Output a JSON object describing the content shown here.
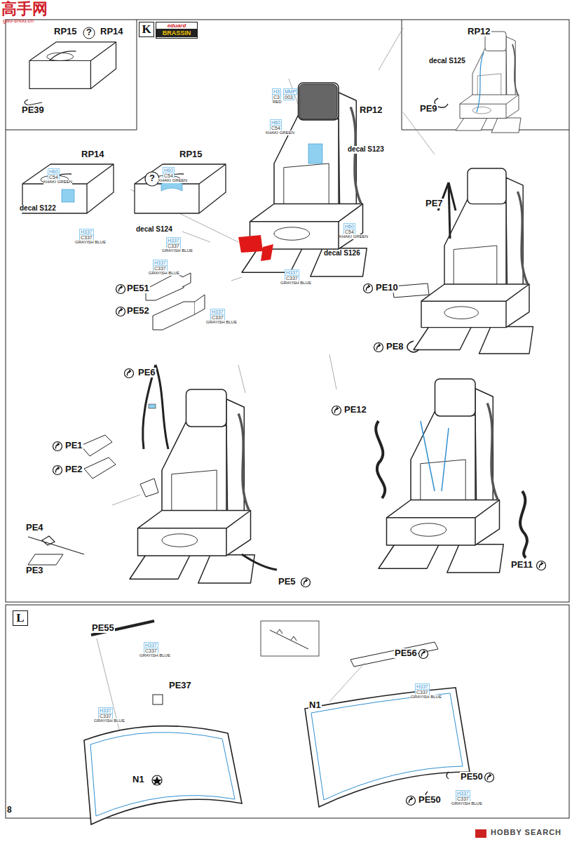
{
  "diagram": {
    "nodes": [
      {
        "text": [
          "K"
        ]
      },
      {
        "text": [
          "eduard",
          "BRASSIN"
        ]
      },
      {
        "text": [
          "L"
        ]
      }
    ],
    "labels": [
      "高手网",
      "gao-shou.cn",
      "RP15",
      "?",
      "RP14",
      "PE39",
      "RP14",
      "H60",
      "C54",
      "KHAKI GREEN",
      "decal S122",
      "H337",
      "C337",
      "GRAYISH BLUE",
      "RP15",
      "?",
      "H60",
      "C54",
      "KHAKI GREEN",
      "decal S124",
      "H337",
      "C337",
      "GRAYISH BLUE",
      "H3",
      "MMP",
      "C3",
      "003",
      "RED",
      "H60",
      "C54",
      "KHAKI GREEN",
      "RP12",
      "decal S123",
      "H60",
      "C54",
      "KHAKI GREEN",
      "decal S126",
      "H337",
      "C337",
      "GRAYISH BLUE",
      "H337",
      "C337",
      "GRAYISH BLUE",
      "PE51",
      "PE52",
      "H337",
      "C337",
      "GRAYISH BLUE",
      "RP12",
      "decal S125",
      "PE9",
      "PE7",
      "PE10",
      "PE8",
      "PE6",
      "PE1",
      "PE2",
      "PE4",
      "PE3",
      "PE5",
      "PE12",
      "PE11",
      "PE55",
      "H337",
      "C337",
      "GRAYISH BLUE",
      "PE37",
      "H337",
      "C337",
      "GRAYISH BLUE",
      "N1",
      "PE56",
      "H337",
      "C337",
      "GRAYISH BLUE",
      "N1",
      "PE50",
      "PE50",
      "H337",
      "C337",
      "GRAYISH BLUE",
      "8",
      "HOBBY SEARCH"
    ]
  }
}
